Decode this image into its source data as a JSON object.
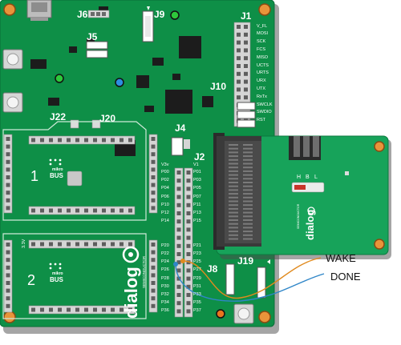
{
  "board": {
    "color": "#0e8f47",
    "headers": {
      "j1": "J1",
      "j5": "J5",
      "j6": "J6",
      "j9": "J9",
      "j10": "J10",
      "j22": "J22",
      "j20": "J20",
      "j4": "J4",
      "j2": "J2",
      "j8": "J8",
      "j19": "J19"
    },
    "j1_pins": [
      "V_FL",
      "MOSI",
      "SCK",
      "FCS",
      "MISO",
      "UCTS",
      "URTS",
      "URX",
      "UTX",
      "RxTx",
      "SWCLK",
      "SWDIO",
      "RST"
    ],
    "j2_left_top": "V3v",
    "j2_right_top": "V1",
    "j2_left_pins": [
      "P00",
      "P02",
      "P04",
      "P06",
      "P10",
      "P12",
      "P14",
      "",
      "",
      "P20",
      "P22",
      "P24",
      "P26",
      "P28",
      "P30",
      "P32",
      "P34",
      "P36"
    ],
    "j2_right_pins": [
      "P01",
      "P03",
      "P05",
      "P07",
      "P11",
      "P13",
      "P15",
      "",
      "",
      "P21",
      "P23",
      "P25",
      "P27",
      "P29",
      "P31",
      "P33",
      "P35",
      "P37"
    ],
    "mikrobus_slots": [
      {
        "number": "1",
        "brand": "mikro",
        "bus": "BUS"
      },
      {
        "number": "2",
        "brand": "mikro",
        "bus": "BUS"
      }
    ],
    "voltage_mark": "3.3V",
    "logo": {
      "name": "dialog",
      "tagline": "SEMICONDUCTOR"
    },
    "daughter_card": {
      "switch_labels": [
        "H",
        "B",
        "L"
      ],
      "logo_name": "dialog",
      "logo_tagline": "SEMICONDUCTOR"
    }
  },
  "annotations": {
    "wake": {
      "label": "WAKE",
      "color": "#e08a1e"
    },
    "done": {
      "label": "DONE",
      "color": "#2f86c8"
    }
  },
  "icons": [
    "usb-connector-icon",
    "push-button-icon",
    "led-icon",
    "mounting-hole-icon",
    "chip-icon"
  ]
}
